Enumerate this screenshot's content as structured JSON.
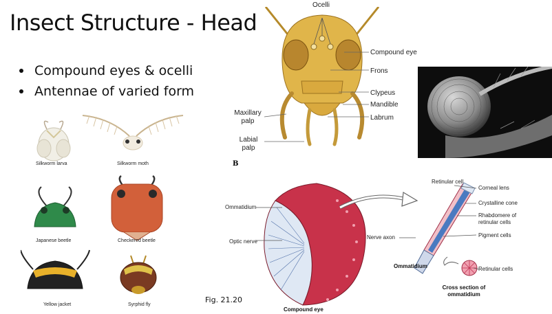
{
  "slide": {
    "title": "Insect Structure - Head",
    "bullets": [
      "Compound eyes & ocelli",
      "Antennae of varied form"
    ],
    "figure_ref": "Fig. 21.20"
  },
  "antennae_panel": {
    "items": [
      "Silkworm larva",
      "Silkworm moth",
      "Japanese beetle",
      "Checkered beetle",
      "Yellow jacket",
      "Syrphid fly"
    ]
  },
  "head_diagram": {
    "labels": {
      "ocelli": "Ocelli",
      "compound_eye": "Compound eye",
      "frons": "Frons",
      "clypeus": "Clypeus",
      "mandible": "Mandible",
      "labrum": "Labrum",
      "maxillary_palp": "Maxillary palp",
      "labial_palp": "Labial palp",
      "panel_letter": "B"
    }
  },
  "eye_diagram": {
    "labels": {
      "ommatidium": "Ommatidium",
      "optic_nerve": "Optic nerve",
      "compound_eye": "Compound eye",
      "retinular_cell": "Retinular cell",
      "corneal_lens": "Corneal lens",
      "crystalline_cone": "Crystalline cone",
      "rhabdomere": "Rhabdomere of retinular cells",
      "nerve_axon": "Nerve axon",
      "pigment_cells": "Pigment cells",
      "ommatidium_detail": "Ommatidium",
      "retinular_cells": "Retinular cells",
      "cross_section": "Cross section of ommatidium"
    }
  }
}
